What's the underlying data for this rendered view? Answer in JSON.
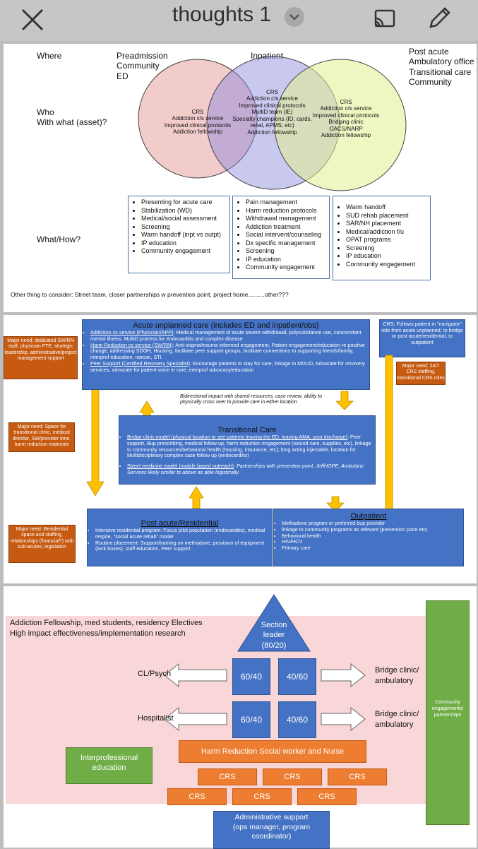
{
  "header": {
    "title": "thoughts 1",
    "icons": [
      "close-icon",
      "chevron-down-icon",
      "cast-icon",
      "pencil-icon"
    ]
  },
  "slide1": {
    "col_where": "Where",
    "col_preadmission": "Preadmission\nCommunity\nED",
    "col_inpatient": "Inpatient",
    "col_postacute": "Post acute\nAmbulatory office\nTransitional care\nCommunity",
    "row_who": "Who\nWith what (asset)?",
    "row_whathow": "What/How?",
    "left_circle": "CRS\nAddiction c/s service\nImproved clinical protocols\nAddiction fellowship",
    "middle_circle": "CRS\nAddiction c/s service\nImproved clinical protocols\nMultiD team (IE)\nSpecialty champions (ID, cards,\nrenal, APMS, etc)\nAddiction fellowship",
    "right_circle": "CRS\nAddiction c/s service\nImproved clinical protocols\nBridging clinic\nOACS/NARP\nAddiction fellowship",
    "list_left": [
      "Presenting for acute care",
      "Stabilization (WD)",
      "Medical/social  assessment",
      "Screening",
      "Warm handoff (inpt vs outpt)",
      "IP education",
      "Community engagement"
    ],
    "list_middle": [
      "Pain management",
      "Harm reduction protocols",
      "Withdrawal management",
      "Addiction treatment",
      "Social intervent/counseling",
      "Dx specific management",
      "Screening",
      "IP education",
      "Community engagement"
    ],
    "list_right": [
      "Warm handoff",
      "SUD rehab placement",
      "SAR/NH placement",
      "Medical/addiction  f/u",
      "OPAT programs",
      "Screening",
      "IP education",
      "Community engagement"
    ],
    "footer": "Other thing to consider:  Street team, closer partnerships w prevention point, project home..........other???"
  },
  "slide2": {
    "need1": "Major need: dedicated SW/RN staff, physician FTE, strategic leadership, administrative/project management support",
    "need2": "Major need: Space for transitional clinic, medical director, SW/provider time, harm reduction materials",
    "need3": "Major need: Residential space and staffing, relationships (financial?) with sub-acutes, legislation",
    "need4": "Major need: 24/7 CRS staffing, transitional CRS roles",
    "crs_note": "CRS:  Follows patient in \"navigator\" role from acute unplanned, to bridge or post acute/residential, to outpatient",
    "acute_title": "Acute unplanned care (includes ED and inpatient/obs)",
    "acute_b1_head": "Addiction cs service (Physician/APP)",
    "acute_b1": ":  Medical management of acute severe withdrawal, polysubstance use, concomitant mental illness. MultiD process for endocarditis and complex disease",
    "acute_b2_head": "Harm Reduction cs service (SW/RN)",
    "acute_b2": ": Anti-stigma/trauma informed engagement, Patient engagement/education re positive change, addressing SDOH, Housing, facilitate peer support groups, facilitate connections to supporting friends/family, interprof education, narcan, STI.",
    "acute_b3_head": "Peer Support (Certified Recovery Specialist)",
    "acute_b3": ": Encourage patients to stay for care, linkage to MOUD, Advocate for recovery services, advocate for patient voice in care, interprof advocacy/education",
    "bidirectional": "Bidirectional impact with shared resources, case review, ability to physically cross over to provide care in either location",
    "trans_title": "Transitional Care",
    "trans_b1_head": "Bridge clinic model (physical location to see patients leaving the ED, leaving AMA, post discharge)",
    "trans_b1": ": Peer support, Bup prescribing, medical follow up, harm reduction engagement (wound care, supplies, etc), linkage to community resources/behavioral health (housing, insurance, etc); long acting injectable, location for Multidisciplinary complex case follow up (endocarditis)",
    "trans_b2_head": "Street medicine model (mobile based outreach)",
    "trans_b2": ":  Partnerships with prevention point, JeffHOPE, Ambulanz. Services likely similar to above as able logistically.",
    "post_title": "Post acute/Residential",
    "post_b1": "Intensive residential program: Focus pilot population (endocarditis), medical respite, \"social acute rehab\" model",
    "post_b2": "Routine placement:  Support/training on methadone, provision of equipment (lock boxes),  staff education, Peer support",
    "out_title": "Outpatient",
    "out_items": [
      "Methadone program or preferred bup provider",
      "linkage to community programs as relevant (prevention point etc)",
      "Behavioral health",
      "HIV/HCV",
      "Primary care"
    ]
  },
  "slide3": {
    "heading": "Addiction Fellowship, med students, residency Electives\nHigh impact effectiveness/implementation research",
    "section_leader": "Section\nleader\n(80/20)",
    "row1_left": "CL/Psych",
    "row2_left": "Hospitalist",
    "box_6040_1": "60/40",
    "box_4060_1": "40/60",
    "box_6040_2": "60/40",
    "box_4060_2": "40/60",
    "row1_right": "Bridge clinic/\nambulatory",
    "row2_right": "Bridge clinic/\nambulatory",
    "harm_reduction": "Harm Reduction Social worker and Nurse",
    "crs": "CRS",
    "interprofessional": "Interprofessional\neducation",
    "community": "Community engagements/ partnerships",
    "admin": "Administrative support\n(ops manager, program\ncoordinator)"
  }
}
